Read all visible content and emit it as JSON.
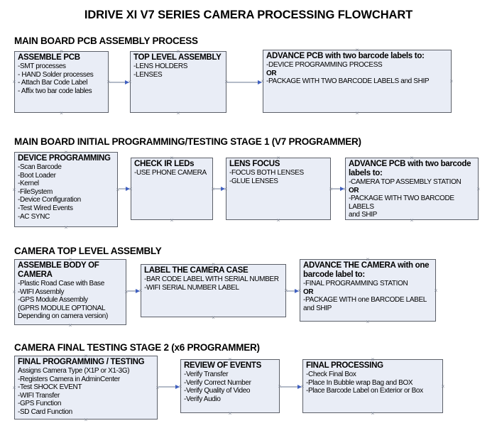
{
  "document": {
    "title": "IDRIVE XI V7 SERIES CAMERA PROCESSING FLOWCHART"
  },
  "colors": {
    "node_fill": "#e9edf6",
    "node_border": "#5b5f68",
    "arrow": "#7f8ca3",
    "arrow_head": "#3f5fbf",
    "text": "#000000",
    "background": "#ffffff"
  },
  "sections": [
    {
      "id": "main-board-pcb-assembly-process",
      "title": "MAIN BOARD PCB ASSEMBLY PROCESS",
      "nodes": [
        {
          "id": "assemble-pcb",
          "title": "ASSEMBLE PCB",
          "lines": [
            {
              "text": "-SMT processes",
              "bold": false
            },
            {
              "text": "- HAND Solder processes",
              "bold": false
            },
            {
              "text": "- Attach Bar Code Label",
              "bold": false
            },
            {
              "text": "- Affix two bar code lables",
              "bold": false
            }
          ]
        },
        {
          "id": "top-level-assembly",
          "title": "TOP LEVEL ASSEMBLY",
          "lines": [
            {
              "text": "-LENS HOLDERS",
              "bold": false
            },
            {
              "text": "-LENSES",
              "bold": false
            }
          ]
        },
        {
          "id": "advance-pcb-two-barcode-labels",
          "title": "ADVANCE PCB with two barcode labels to:",
          "lines": [
            {
              "text": "-DEVICE PROGRAMMING PROCESS",
              "bold": false
            },
            {
              "text": "OR",
              "bold": true
            },
            {
              "text": "-PACKAGE WITH TWO BARCODE LABELS and SHIP",
              "bold": false
            }
          ]
        }
      ]
    },
    {
      "id": "main-board-initial-programming-testing-stage-1",
      "title": "MAIN BOARD INITIAL PROGRAMMING/TESTING STAGE 1 (V7 PROGRAMMER)",
      "nodes": [
        {
          "id": "device-programming",
          "title": "DEVICE PROGRAMMING",
          "lines": [
            {
              "text": "-Scan Barcode",
              "bold": false
            },
            {
              "text": "-Boot Loader",
              "bold": false
            },
            {
              "text": "-Kernel",
              "bold": false
            },
            {
              "text": "-FileSystem",
              "bold": false
            },
            {
              "text": "-Device Configuration",
              "bold": false
            },
            {
              "text": "-Test Wired Events",
              "bold": false
            },
            {
              "text": "-AC SYNC",
              "bold": false
            }
          ]
        },
        {
          "id": "check-ir-leds",
          "title": "CHECK IR LEDs",
          "lines": [
            {
              "text": "-USE PHONE CAMERA",
              "bold": false
            }
          ]
        },
        {
          "id": "lens-focus",
          "title": "LENS FOCUS",
          "lines": [
            {
              "text": "-FOCUS BOTH LENSES",
              "bold": false
            },
            {
              "text": "-GLUE LENSES",
              "bold": false
            }
          ]
        },
        {
          "id": "advance-pcb-to-camera-top-assembly",
          "title": "ADVANCE PCB with two barcode labels to:",
          "lines": [
            {
              "text": "-CAMERA TOP ASSEMBLY STATION",
              "bold": false
            },
            {
              "text": "OR",
              "bold": true
            },
            {
              "text": "-PACKAGE WITH TWO BARCODE LABELS",
              "bold": false
            },
            {
              "text": "and SHIP",
              "bold": false
            }
          ]
        }
      ]
    },
    {
      "id": "camera-top-level-assembly",
      "title": "CAMERA TOP LEVEL ASSEMBLY",
      "nodes": [
        {
          "id": "assemble-body-of-camera",
          "title": "ASSEMBLE BODY OF CAMERA",
          "lines": [
            {
              "text": "-Plastic Road Case with Base",
              "bold": false
            },
            {
              "text": "-WIFI Assembly",
              "bold": false
            },
            {
              "text": "-GPS Module Assembly",
              "bold": false
            },
            {
              "text": "(GPRS MODULE OPTIONAL",
              "bold": false
            },
            {
              "text": "Depending on camera version)",
              "bold": false
            }
          ]
        },
        {
          "id": "label-the-camera-case",
          "title": "LABEL THE CAMERA CASE",
          "lines": [
            {
              "text": "-BAR CODE LABEL WITH SERIAL NUMBER",
              "bold": false
            },
            {
              "text": "-WIFI SERIAL NUMBER LABEL",
              "bold": false
            }
          ]
        },
        {
          "id": "advance-the-camera-one-barcode-label",
          "title": "ADVANCE THE CAMERA with one barcode label to:",
          "lines": [
            {
              "text": "-FINAL PROGRAMMING STATION",
              "bold": false
            },
            {
              "text": "OR",
              "bold": true
            },
            {
              "text": "-PACKAGE WITH one BARCODE LABEL",
              "bold": false
            },
            {
              "text": "and SHIP",
              "bold": false
            }
          ]
        }
      ]
    },
    {
      "id": "camera-final-testing-stage-2",
      "title": "CAMERA FINAL TESTING STAGE 2 (x6 PROGRAMMER)",
      "nodes": [
        {
          "id": "final-programming-testing",
          "title": "FINAL PROGRAMMING / TESTING",
          "lines": [
            {
              "text": "Assigns Camera Type (X1P or X1-3G)",
              "bold": false
            },
            {
              "text": "-Registers Camera in AdminCenter",
              "bold": false
            },
            {
              "text": "-Test SHOCK EVENT",
              "bold": false
            },
            {
              "text": "-WIFI Transfer",
              "bold": false
            },
            {
              "text": "-GPS Function",
              "bold": false
            },
            {
              "text": "-SD Card Function",
              "bold": false
            }
          ]
        },
        {
          "id": "review-of-events",
          "title": "REVIEW OF EVENTS",
          "lines": [
            {
              "text": "-Verify Transfer",
              "bold": false
            },
            {
              "text": "-Verify Correct Number",
              "bold": false
            },
            {
              "text": "-Verify Quality of Video",
              "bold": false
            },
            {
              "text": "-Verify Audio",
              "bold": false
            }
          ]
        },
        {
          "id": "final-processing",
          "title": "FINAL PROCESSING",
          "lines": [
            {
              "text": " -Check Final Box",
              "bold": false
            },
            {
              "text": "-Place In Bubble wrap Bag and BOX",
              "bold": false
            },
            {
              "text": "-Place Barcode Label on Exterior or Box",
              "bold": false
            }
          ]
        }
      ]
    }
  ]
}
